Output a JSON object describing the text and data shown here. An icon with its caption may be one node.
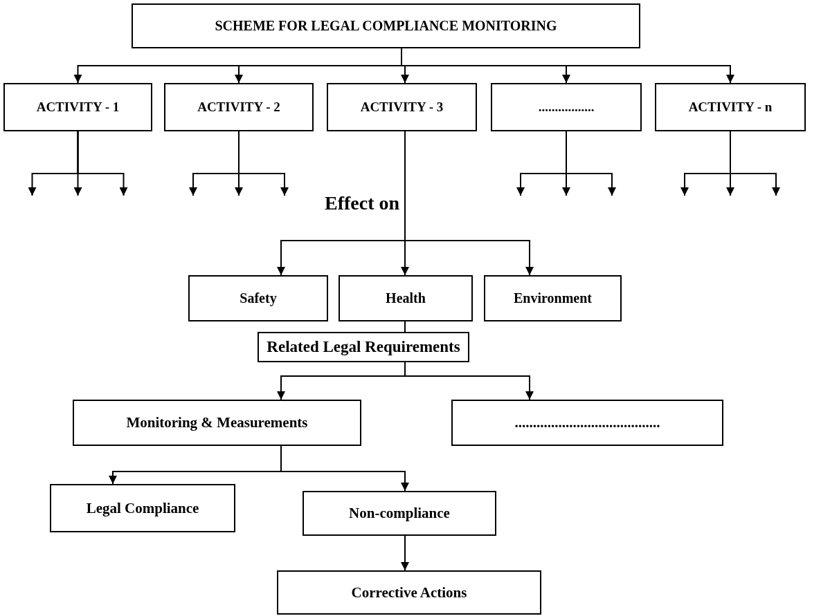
{
  "diagram": {
    "nodes": [
      {
        "text": [
          "SCHEME FOR LEGAL COMPLIANCE MONITORING"
        ]
      },
      {
        "text": [
          "ACTIVITY - 1"
        ]
      },
      {
        "text": [
          "ACTIVITY - 2"
        ]
      },
      {
        "text": [
          "ACTIVITY - 3"
        ]
      },
      {
        "text": [
          "................."
        ]
      },
      {
        "text": [
          "ACTIVITY - n"
        ]
      },
      {
        "text": [
          "Safety"
        ]
      },
      {
        "text": [
          "Health"
        ]
      },
      {
        "text": [
          "Environment"
        ]
      },
      {
        "text": [
          "Related Legal Requirements"
        ]
      },
      {
        "text": [
          "Monitoring & Measurements"
        ]
      },
      {
        "text": [
          "........................................"
        ]
      },
      {
        "text": [
          "Legal Compliance"
        ]
      },
      {
        "text": [
          "Non-compliance"
        ]
      },
      {
        "text": [
          "Corrective Actions"
        ]
      }
    ],
    "edges": [
      {
        "from": 0,
        "to": 1,
        "arrow": "to"
      },
      {
        "from": 0,
        "to": 2,
        "arrow": "to"
      },
      {
        "from": 0,
        "to": 3,
        "arrow": "to"
      },
      {
        "from": 0,
        "to": 4,
        "arrow": "to"
      },
      {
        "from": 0,
        "to": 5,
        "arrow": "to"
      },
      {
        "from": 1,
        "to": null,
        "arrow": "to"
      },
      {
        "from": 1,
        "to": null,
        "arrow": "to"
      },
      {
        "from": 1,
        "to": null,
        "arrow": "to"
      },
      {
        "from": 2,
        "to": null,
        "arrow": "to"
      },
      {
        "from": 2,
        "to": null,
        "arrow": "to"
      },
      {
        "from": 2,
        "to": null,
        "arrow": "to"
      },
      {
        "from": 3,
        "to": 6,
        "arrow": "to"
      },
      {
        "from": 3,
        "to": 7,
        "label": "Effect on",
        "arrow": "to"
      },
      {
        "from": 3,
        "to": 8,
        "arrow": "to"
      },
      {
        "from": 4,
        "to": null,
        "arrow": "to"
      },
      {
        "from": 4,
        "to": null,
        "arrow": "to"
      },
      {
        "from": 4,
        "to": null,
        "arrow": "to"
      },
      {
        "from": 5,
        "to": null,
        "arrow": "to"
      },
      {
        "from": 5,
        "to": null,
        "arrow": "to"
      },
      {
        "from": 5,
        "to": null,
        "arrow": "to"
      },
      {
        "from": 7,
        "to": 9,
        "arrow": "none"
      },
      {
        "from": 9,
        "to": 10,
        "arrow": "to"
      },
      {
        "from": 9,
        "to": 11,
        "arrow": "to"
      },
      {
        "from": 10,
        "to": 12,
        "arrow": "to"
      },
      {
        "from": 10,
        "to": 13,
        "arrow": "to"
      },
      {
        "from": 13,
        "to": 14,
        "arrow": "to"
      }
    ]
  }
}
